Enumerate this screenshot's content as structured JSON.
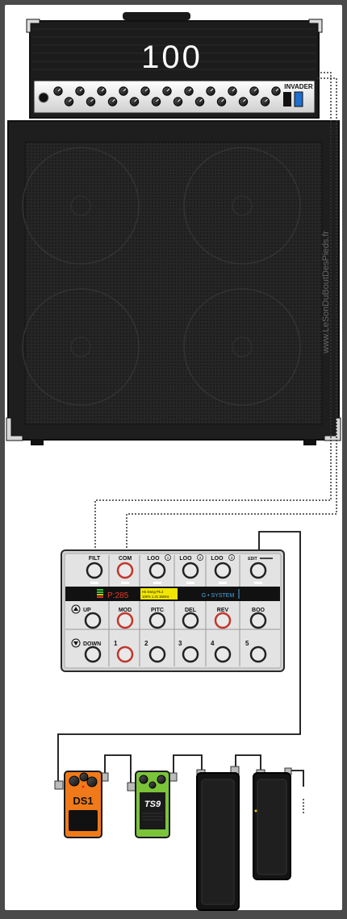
{
  "amp": {
    "model_number": "100",
    "brand": "INVADER"
  },
  "watermark": "www.LeSonDuBoutDesPieds.fr",
  "switcher": {
    "top_labels": [
      "FILT",
      "COM",
      "LOO",
      "LOO",
      "LOO",
      "EDIT"
    ],
    "loop_badges": [
      "1",
      "2",
      "3"
    ],
    "display_digits": "P:285",
    "lcd_lines": [
      "Hs   Swng   Pk.2",
      "100%  1.2s  180ms"
    ],
    "brand": "G • SYSTEM",
    "mid_labels": [
      "UP",
      "MOD",
      "PITC",
      "DEL",
      "REV",
      "BOO"
    ],
    "bottom_labels": [
      "DOWN",
      "1",
      "2",
      "3",
      "4",
      "5"
    ]
  },
  "pedals": {
    "ds1_label": "DS1",
    "ts9_label": "TS9"
  },
  "colors": {
    "background": "#4a4a4a",
    "frame": "#ffffff",
    "amp_body": "#1c1c1c",
    "switcher_body": "#cfcfcf",
    "ds1": "#f07a1a",
    "ts9": "#7bc43a",
    "lcd": "#f2e600",
    "accent_red": "#d23b2e"
  }
}
